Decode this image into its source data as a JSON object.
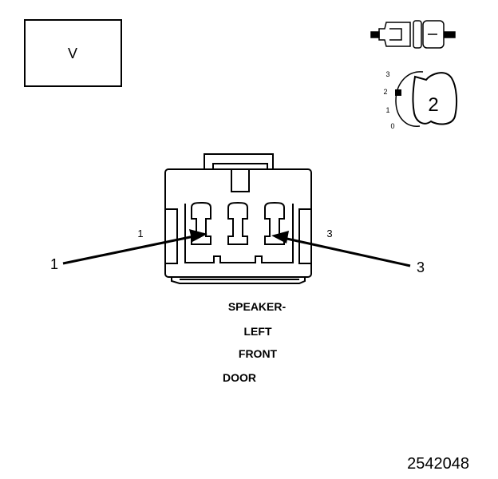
{
  "view_box_label": "V",
  "key_position": {
    "scale": [
      "3",
      "2",
      "1",
      "0"
    ],
    "current": "2"
  },
  "connector": {
    "pin_label_left": "1",
    "pin_label_right": "3"
  },
  "callouts": [
    {
      "label": "1"
    },
    {
      "label": "3"
    }
  ],
  "component_name_lines": [
    "SPEAKER-",
    "LEFT",
    "FRONT",
    "DOOR"
  ],
  "figure_number": "2542048"
}
